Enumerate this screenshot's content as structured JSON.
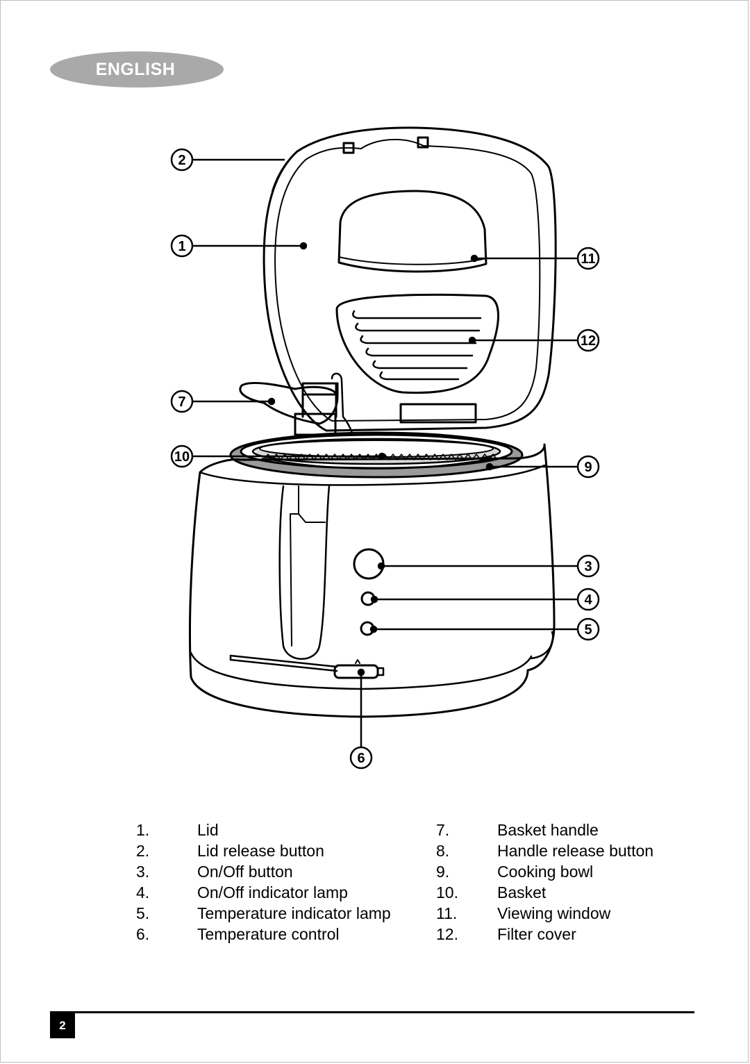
{
  "language_badge": "ENGLISH",
  "page_number": "2",
  "callouts": [
    "1",
    "2",
    "3",
    "4",
    "5",
    "6",
    "7",
    "9",
    "10",
    "11",
    "12"
  ],
  "legend": {
    "left": [
      {
        "num": "1.",
        "label": "Lid"
      },
      {
        "num": "2.",
        "label": "Lid release button"
      },
      {
        "num": "3.",
        "label": "On/Off button"
      },
      {
        "num": "4.",
        "label": "On/Off indicator lamp"
      },
      {
        "num": "5.",
        "label": "Temperature indicator lamp"
      },
      {
        "num": "6.",
        "label": "Temperature control"
      }
    ],
    "right": [
      {
        "num": "7.",
        "label": "Basket handle"
      },
      {
        "num": "8.",
        "label": "Handle release button"
      },
      {
        "num": "9.",
        "label": "Cooking bowl"
      },
      {
        "num": "10.",
        "label": "Basket"
      },
      {
        "num": "11.",
        "label": "Viewing window"
      },
      {
        "num": "12.",
        "label": "Filter cover"
      }
    ]
  }
}
